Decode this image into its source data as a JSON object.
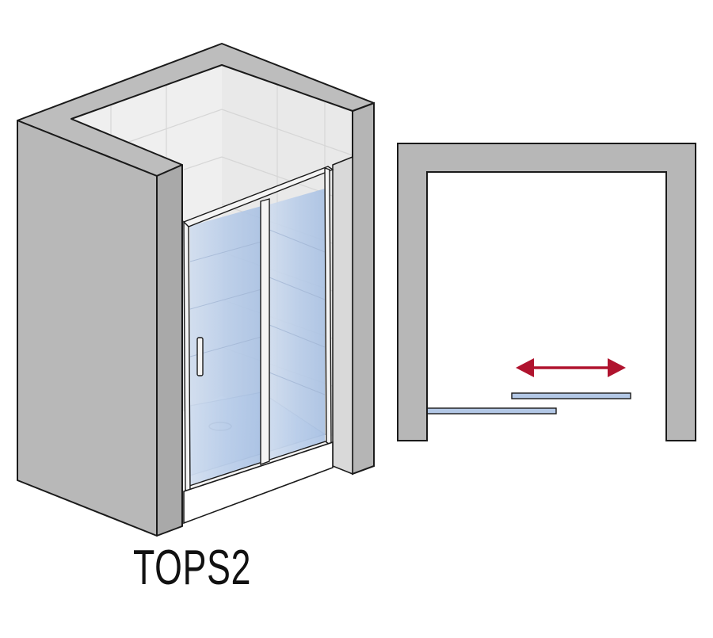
{
  "product": {
    "model_name": "TOPS2"
  },
  "colors": {
    "wall": "#b3b3b3",
    "wall_front": "#bdbdbd",
    "wall_dark": "#a6a6a6",
    "tile_bg": "#efefef",
    "glass": "#bcd1ec",
    "frame": "#f4f4f4",
    "outline": "#1a1a1a",
    "arrow": "#b0132e"
  },
  "icons": {
    "slide_direction": "double-arrow-icon",
    "door_handle": "door-handle-icon"
  },
  "views": {
    "isometric": "shower-enclosure-3d-view",
    "plan": "shower-enclosure-top-view"
  }
}
